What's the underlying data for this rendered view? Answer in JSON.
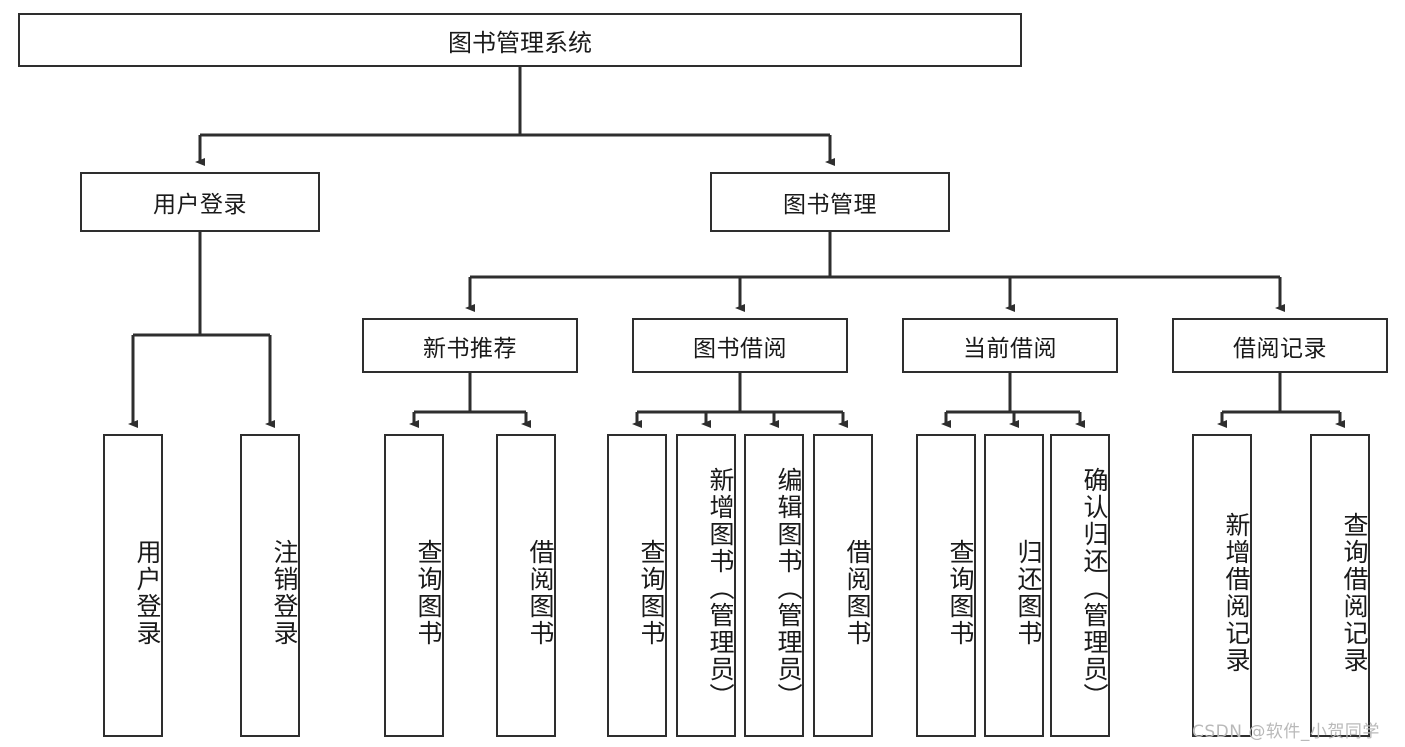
{
  "diagram": {
    "title": "图书管理系统",
    "type": "tree-hierarchy-chart",
    "root": {
      "label": "图书管理系统"
    },
    "level2": [
      {
        "label": "用户登录"
      },
      {
        "label": "图书管理"
      }
    ],
    "level3": [
      {
        "label": "新书推荐"
      },
      {
        "label": "图书借阅"
      },
      {
        "label": "当前借阅"
      },
      {
        "label": "借阅记录"
      }
    ],
    "leaves": {
      "user_login": [
        {
          "label": "用户登录"
        },
        {
          "label": "注销登录"
        }
      ],
      "new_book": [
        {
          "label": "查询图书"
        },
        {
          "label": "借阅图书"
        }
      ],
      "book_borrow": [
        {
          "label": "查询图书"
        },
        {
          "label": "新增图书（管理员）"
        },
        {
          "label": "编辑图书（管理员）"
        },
        {
          "label": "借阅图书"
        }
      ],
      "current_borrow": [
        {
          "label": "查询图书"
        },
        {
          "label": "归还图书"
        },
        {
          "label": "确认归还（管理员）"
        }
      ],
      "borrow_record": [
        {
          "label": "新增借阅记录"
        },
        {
          "label": "查询借阅记录"
        }
      ]
    }
  },
  "watermark": {
    "text": "CSDN @软件_小贺同学"
  },
  "colors": {
    "stroke": "#2e2e2e",
    "background": "#ffffff",
    "text": "#1a1a1a",
    "watermark": "#b9b9b9"
  }
}
